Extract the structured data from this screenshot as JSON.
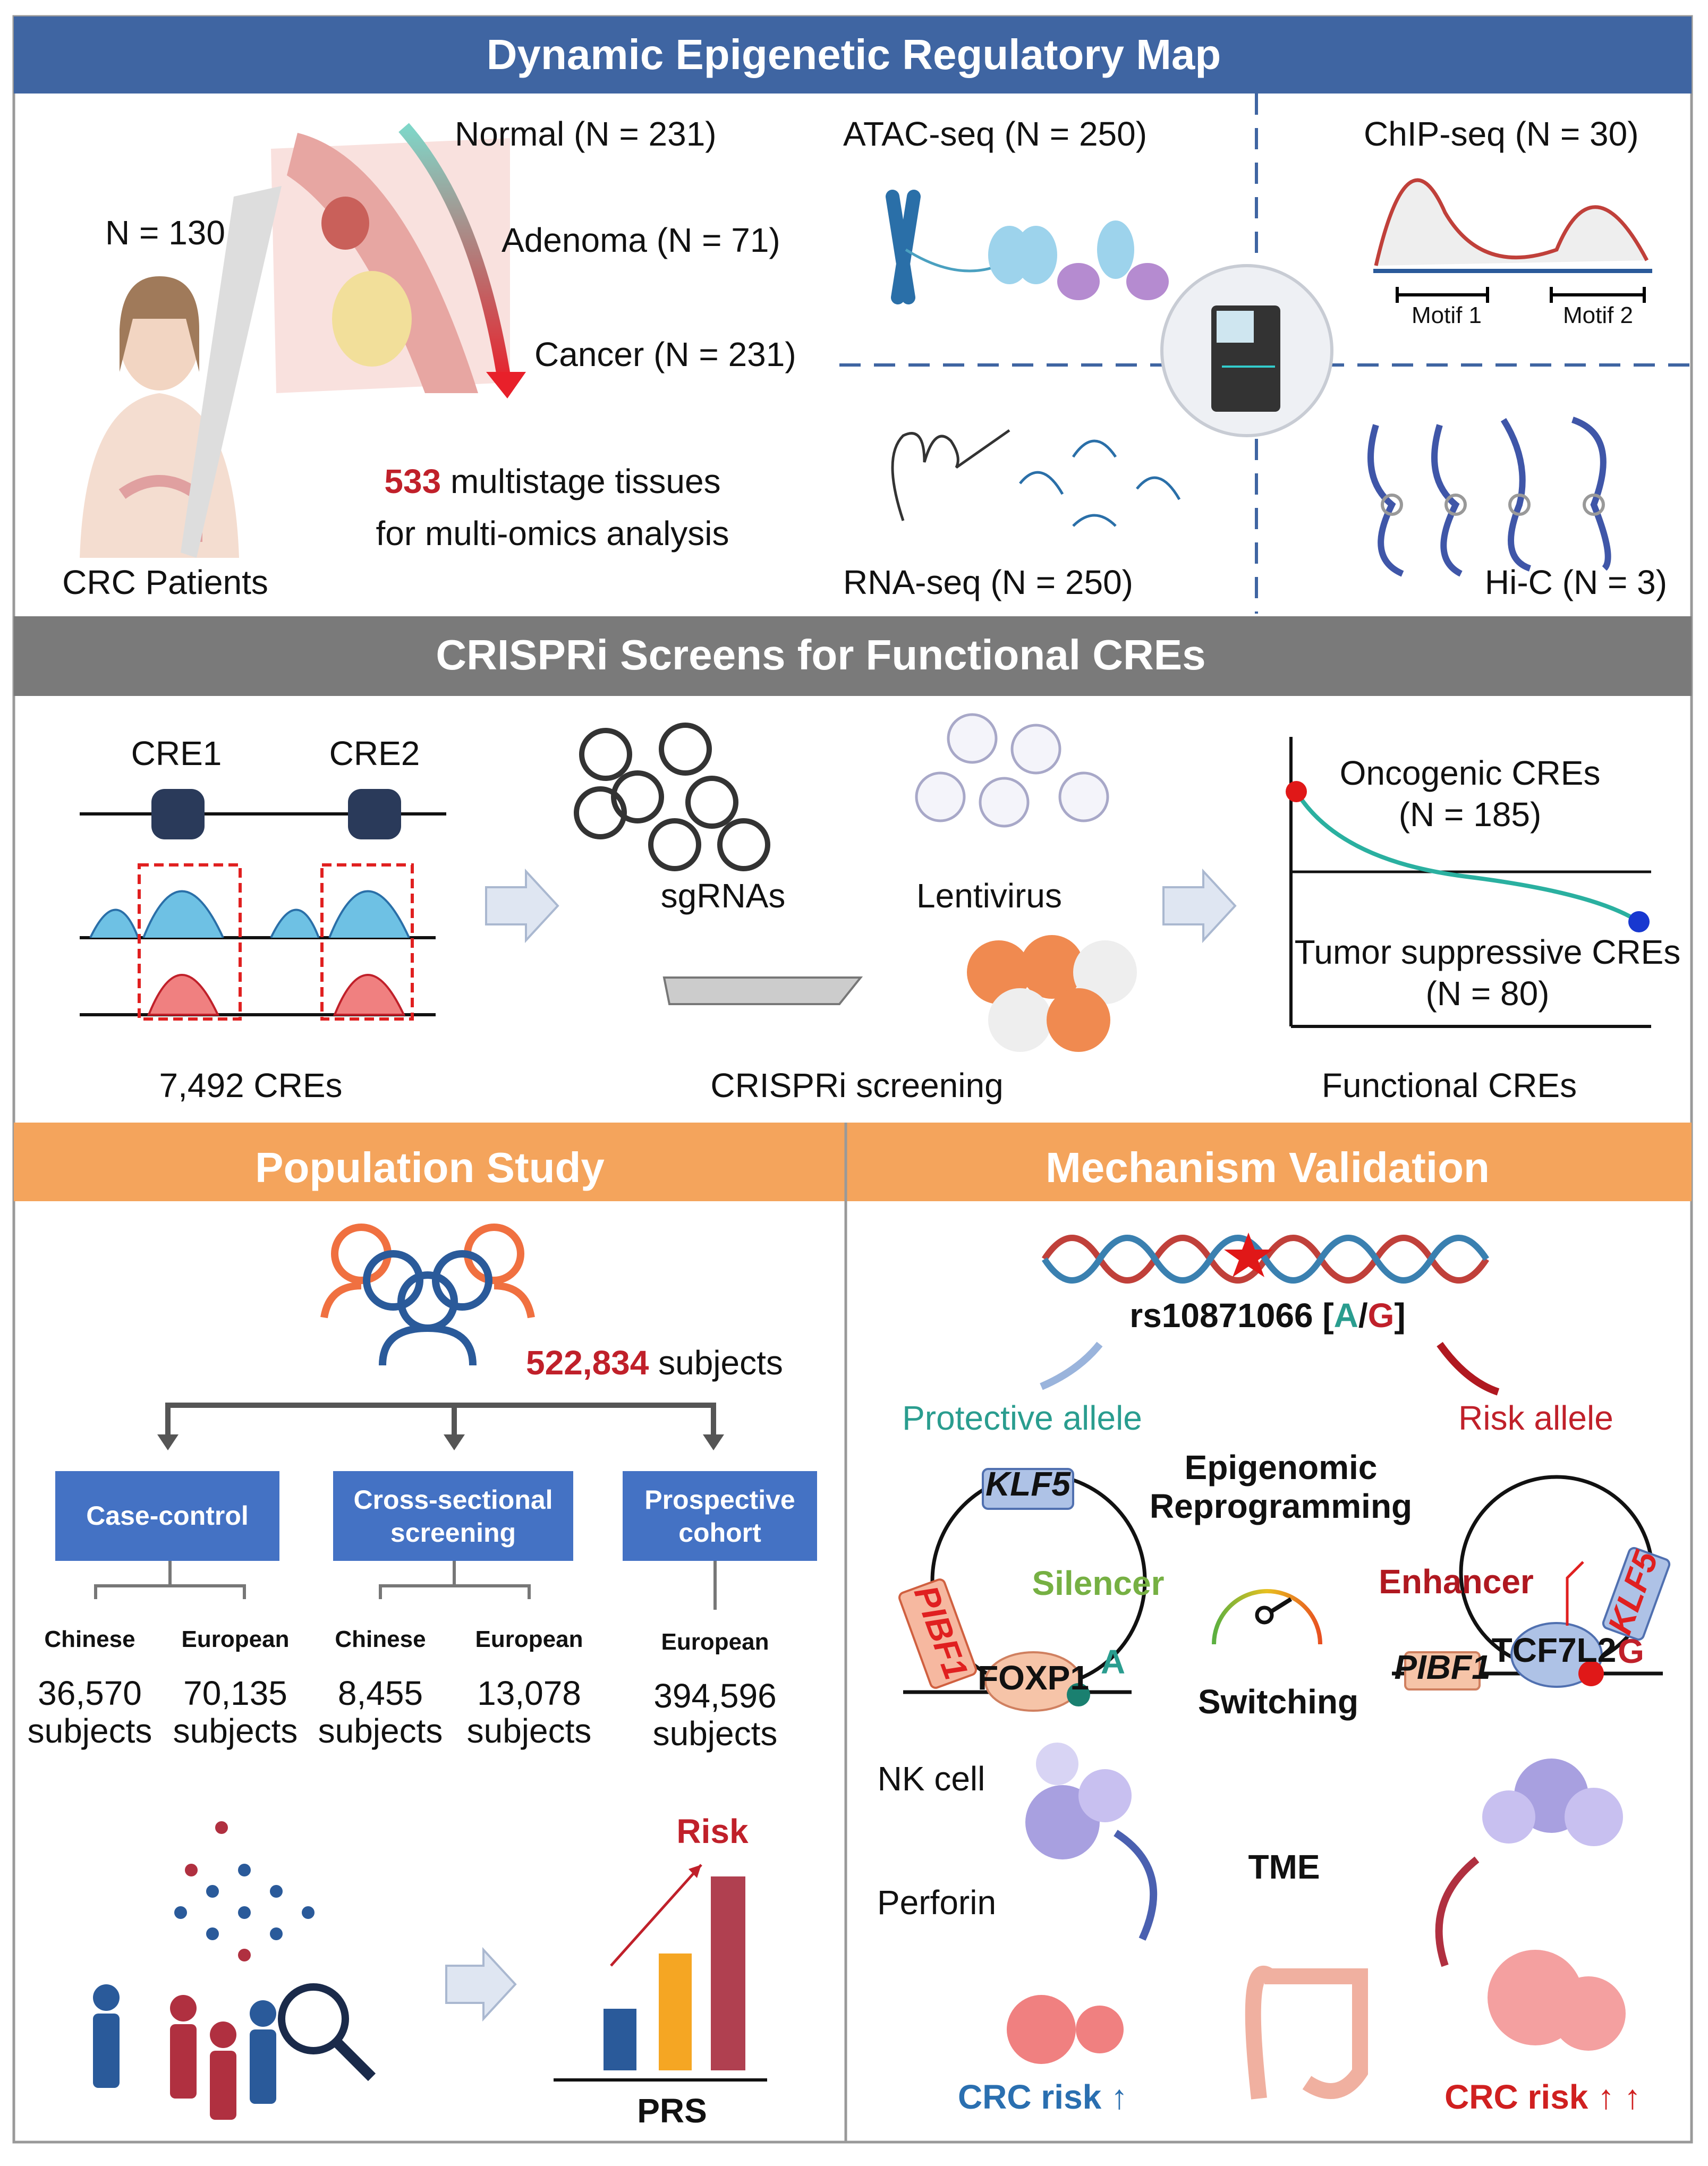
{
  "colors": {
    "blue_header": "#3f65a2",
    "gray_header": "#7a7a7a",
    "orange_header": "#f4a45c",
    "red": "#c0202a",
    "teal": "#2a9d8f",
    "green": "#76b043",
    "box_blue": "#4472c4"
  },
  "section1": {
    "title": "Dynamic Epigenetic Regulatory Map",
    "patients_n": "N = 130",
    "patients_label": "CRC Patients",
    "normal": "Normal (N = 231)",
    "adenoma": "Adenoma (N = 71)",
    "cancer": "Cancer (N = 231)",
    "tissues_count": "533",
    "tissues_line1": " multistage tissues",
    "tissues_line2": "for multi-omics analysis",
    "atac": "ATAC-seq (N = 250)",
    "chip": "ChIP-seq  (N = 30)",
    "motif1": "Motif 1",
    "motif2": "Motif 2",
    "rna": "RNA-seq (N = 250)",
    "hic": "Hi-C (N = 3)"
  },
  "section2": {
    "title": "CRISPRi Screens for Functional CREs",
    "cre1": "CRE1",
    "cre2": "CRE2",
    "cres_count": "7,492 CREs",
    "sgrnas": "sgRNAs",
    "lentivirus": "Lentivirus",
    "screening": "CRISPRi screening",
    "oncogenic": "Oncogenic CREs",
    "oncogenic_n": "(N = 185)",
    "suppressive": "Tumor suppressive CREs",
    "suppressive_n": "(N = 80)",
    "functional": "Functional CREs"
  },
  "population": {
    "title": "Population Study",
    "subjects_count": "522,834",
    "subjects_label": " subjects",
    "studies": [
      {
        "label1": "Case-control",
        "label2": ""
      },
      {
        "label1": "Cross-sectional",
        "label2": "screening"
      },
      {
        "label1": "Prospective",
        "label2": "cohort"
      }
    ],
    "cohorts": [
      {
        "pop": "Chinese",
        "n": "36,570",
        "unit": "subjects"
      },
      {
        "pop": "European",
        "n": "70,135",
        "unit": "subjects"
      },
      {
        "pop": "Chinese",
        "n": "8,455",
        "unit": "subjects"
      },
      {
        "pop": "European",
        "n": "13,078",
        "unit": "subjects"
      },
      {
        "pop": "European",
        "n": "394,596",
        "unit": "subjects"
      }
    ],
    "risk": "Risk",
    "prs": "PRS"
  },
  "mechanism": {
    "title": "Mechanism Validation",
    "snp": "rs10871066 [",
    "allele_a": "A",
    "slash": "/",
    "allele_g": "G",
    "snp_end": "]",
    "protective": "Protective allele",
    "risk": "Risk allele",
    "epi1": "Epigenomic",
    "epi2": "Reprogramming",
    "silencer": "Silencer",
    "enhancer": "Enhancer",
    "switching": "Switching",
    "klf5": "KLF5",
    "pibf1": "PIBF1",
    "foxp1": "FOXP1",
    "tcf7l2": "TCF7L2",
    "a": "A",
    "g": "G",
    "nk": "NK cell",
    "perforin": "Perforin",
    "tme": "TME",
    "crc_risk_left": "CRC risk ↑",
    "crc_risk_right": "CRC risk ↑ ↑"
  }
}
